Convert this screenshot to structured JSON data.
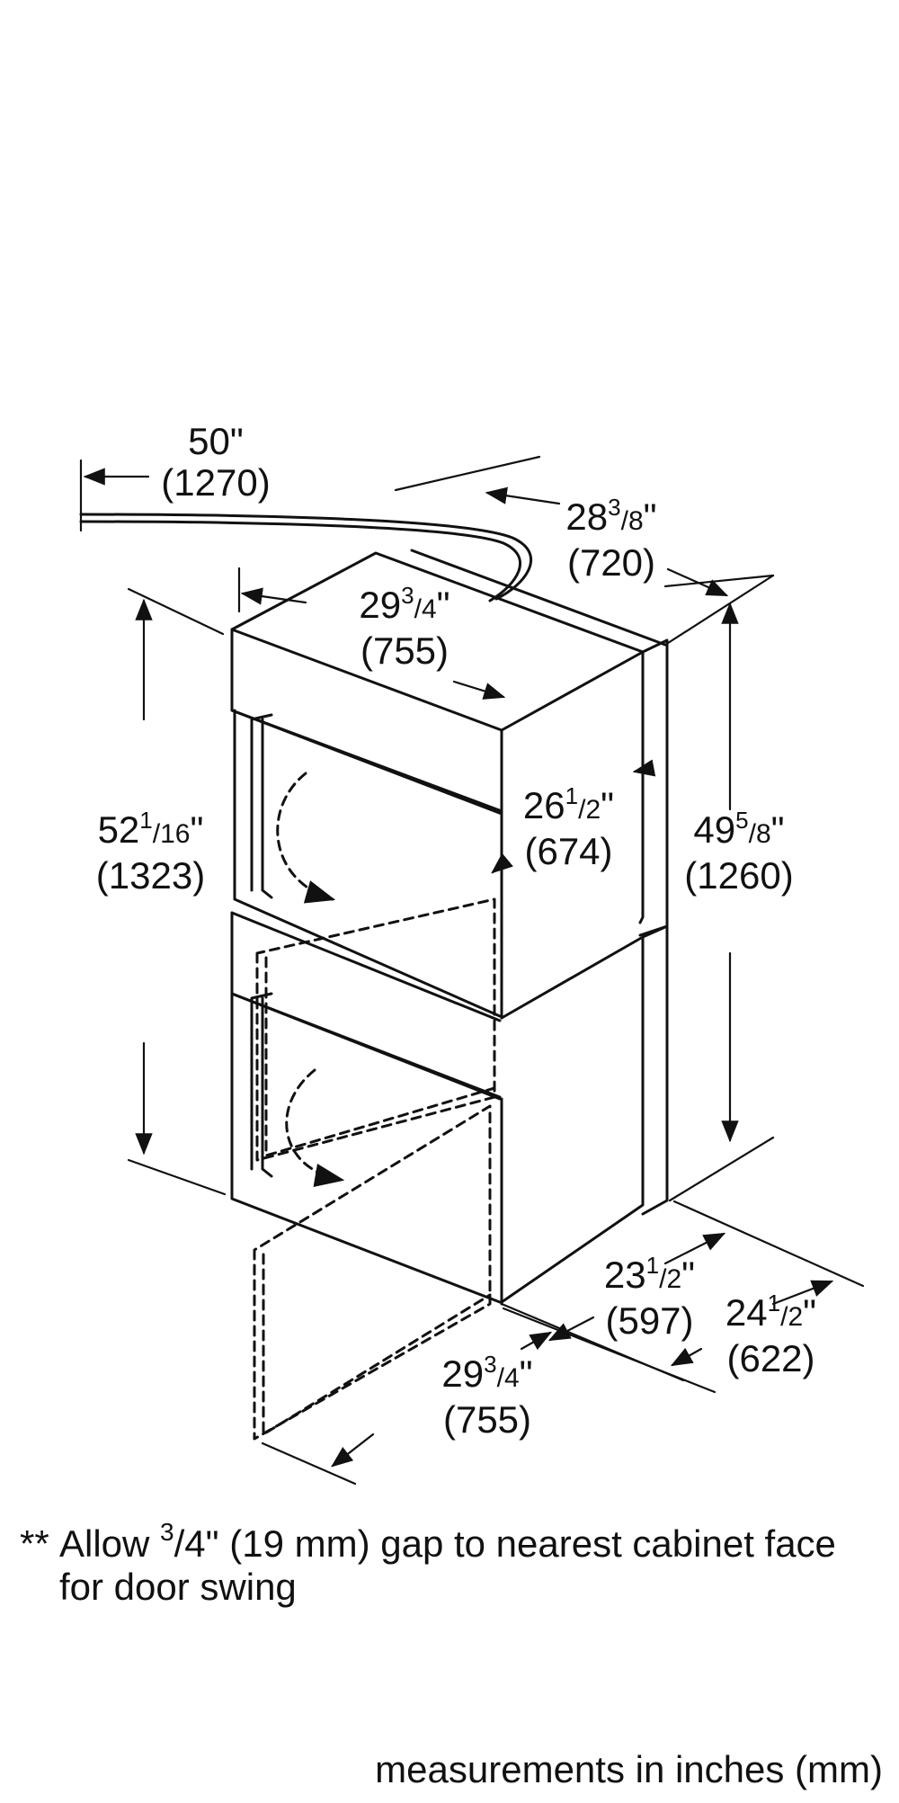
{
  "dimensions": {
    "cord": {
      "inches": "50\"",
      "mm": "(1270)"
    },
    "depth_top": {
      "whole": "28",
      "num": "3",
      "den": "8",
      "mm": "(720)"
    },
    "width_top": {
      "whole": "29",
      "num": "3",
      "den": "4",
      "mm": "(755)"
    },
    "height_front": {
      "whole": "52",
      "num": "1",
      "den": "16",
      "mm": "(1323)"
    },
    "height_back": {
      "whole": "49",
      "num": "5",
      "den": "8",
      "mm": "(1260)"
    },
    "side_depth": {
      "whole": "26",
      "num": "1",
      "den": "2",
      "mm": "(674)"
    },
    "base_depth": {
      "whole": "23",
      "num": "1",
      "den": "2",
      "mm": "(597)"
    },
    "overall_depth": {
      "whole": "24",
      "num": "1",
      "den": "2",
      "mm": "(622)"
    },
    "width_bottom": {
      "whole": "29",
      "num": "3",
      "den": "4",
      "mm": "(755)"
    }
  },
  "note": {
    "marker": "**",
    "before": "Allow ",
    "num": "3",
    "after": "/4\" (19 mm) gap to nearest cabinet face for door swing"
  },
  "units_caption": "measurements in inches (mm)"
}
